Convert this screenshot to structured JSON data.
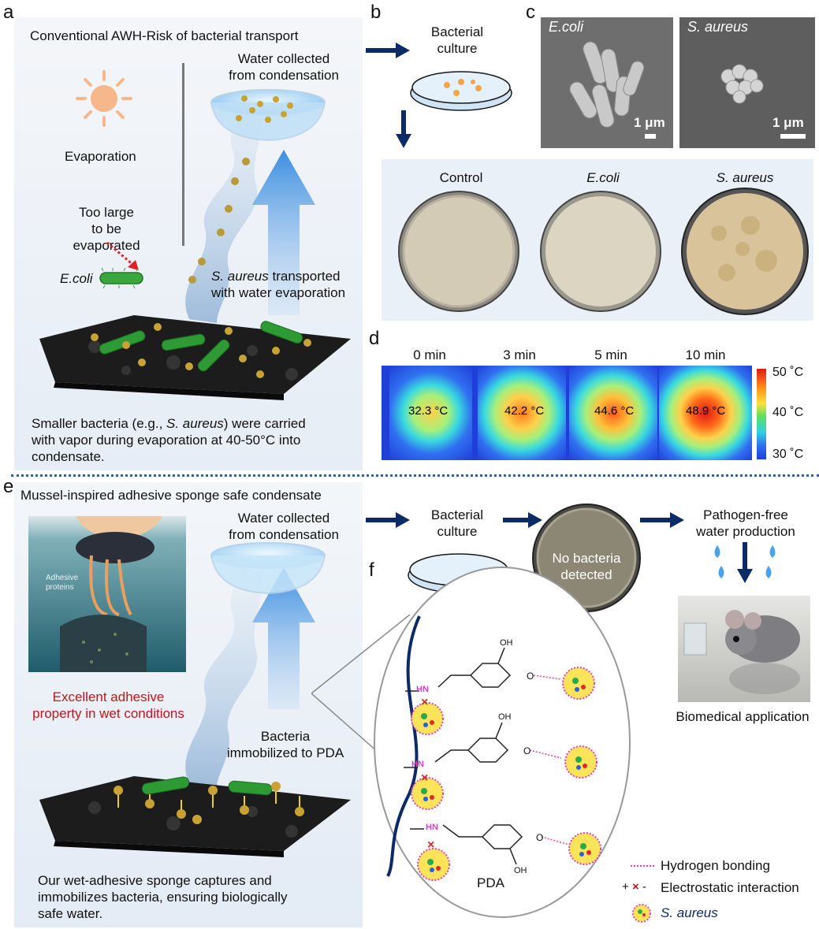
{
  "panel_labels": {
    "a": "a",
    "b": "b",
    "c": "c",
    "d": "d",
    "e": "e",
    "f": "f"
  },
  "panel_a": {
    "title": "Conventional AWH-Risk of bacterial transport",
    "water_collected": "Water collected\nfrom condensation",
    "evaporation": "Evaporation",
    "too_large": "Too large\nto be evaporated",
    "ecoli": "E.coli",
    "saureus_label": "S. aureus",
    "saureus_rest": " transported\nwith water evaporation",
    "caption_pre": "Smaller bacteria (e.g., ",
    "caption_it": "S. aureus",
    "caption_post": ") were carried\nwith vapor during evaporation at 40-50°C into\ncondensate."
  },
  "panel_b": {
    "culture": "Bacterial\nculture",
    "plates": [
      "Control",
      "E.coli",
      "S. aureus"
    ]
  },
  "panel_c": {
    "sem_left_label": "E.coli",
    "sem_right_label": "S. aureus",
    "scale_left": "1 μm",
    "scale_right": "1 μm"
  },
  "panel_d": {
    "times": [
      "0 min",
      "3 min",
      "5 min",
      "10 min"
    ],
    "temps": [
      "32.3 °C",
      "42.2 °C",
      "44.6 °C",
      "48.9 °C"
    ],
    "colorbar": [
      "50 ˚C",
      "40 ˚C",
      "30 ˚C"
    ]
  },
  "panel_e": {
    "title": "Mussel-inspired adhesive sponge safe condensate",
    "water_collected": "Water collected\nfrom condensation",
    "adhesive_proteins": "Adhesive\nproteins",
    "excellent": "Excellent adhesive\nproperty in wet conditions",
    "immobilized": "Bacteria\nimmobilized to PDA",
    "culture": "Bacterial\nculture",
    "no_bacteria": "No bacteria\ndetected",
    "pathogen_free": "Pathogen-free\nwater production",
    "biomedical": "Biomedical application",
    "caption": "Our wet-adhesive sponge captures and\nimmobilizes bacteria, ensuring biologically\nsafe water."
  },
  "panel_f": {
    "pda": "PDA",
    "hn": "HN",
    "oh": "OH",
    "o": "O",
    "legend_hbond": "Hydrogen bonding",
    "legend_electro": "Electrostatic interaction",
    "legend_saureus": "S. aureus",
    "electro_symbol_plus": "+",
    "electro_symbol_minus": "-"
  },
  "colors": {
    "panel_bg": "#eaf0f7",
    "arrow_navy": "#0c2a66",
    "red_text": "#c0151b",
    "divider": "#2f5fb3",
    "hbond_pink": "#e040c0"
  }
}
